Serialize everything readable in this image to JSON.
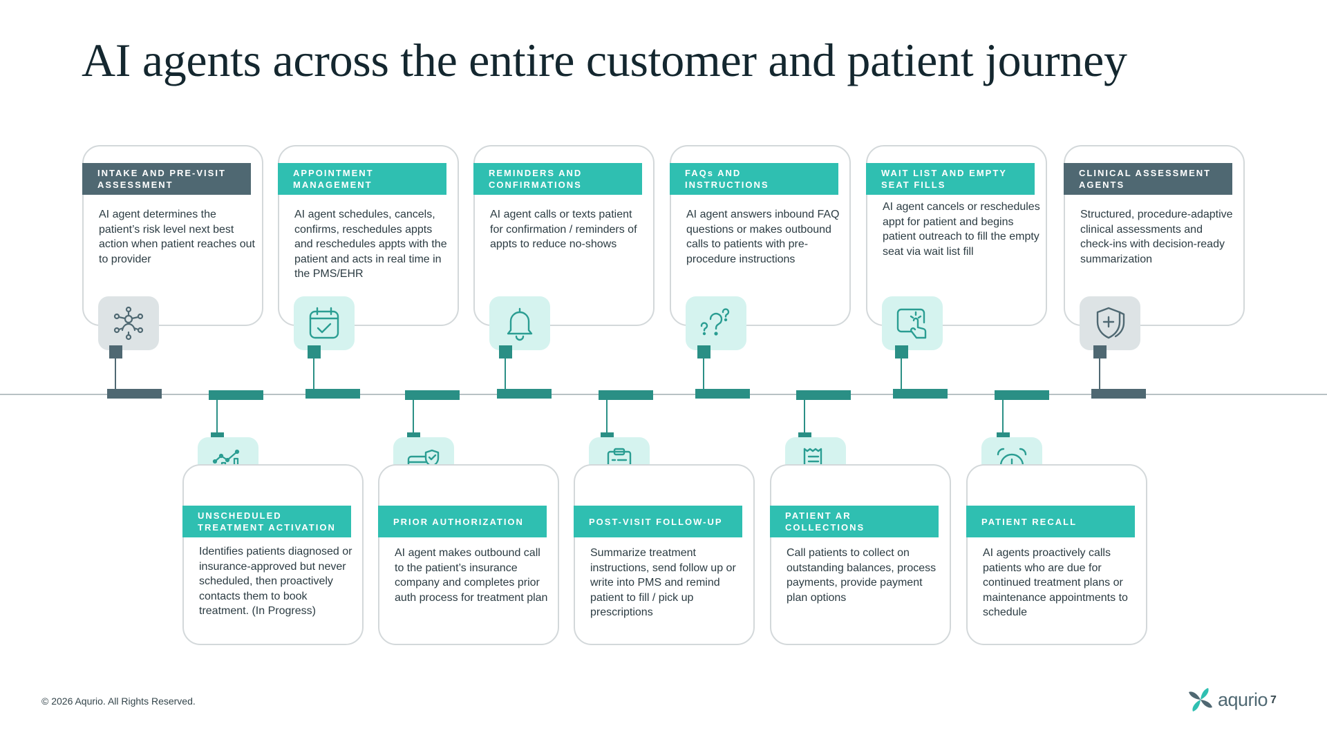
{
  "title": "AI agents across the entire customer and patient journey",
  "colors": {
    "teal": "#2fbfb1",
    "dark_teal": "#2a8f85",
    "slate": "#4f6872",
    "icon_bg_teal": "#d5f3ef",
    "icon_bg_slate": "#dde3e5"
  },
  "stages": [
    {
      "header": "INTAKE AND PRE-VISIT ASSESSMENT",
      "body": "AI agent determines the patient’s risk level  next best action when patient reaches out to provider",
      "icon": "people-network-icon"
    },
    {
      "header": "UNSCHEDULED TREATMENT ACTIVATION",
      "body": "Identifies patients diagnosed or insurance-approved but never scheduled, then proactively contacts them to book treatment. (In Progress)",
      "icon": "bar-chart-icon"
    },
    {
      "header": "APPOINTMENT MANAGEMENT",
      "body": "AI agent schedules, cancels, confirms, reschedules appts and reschedules appts with the patient and acts in real time in the PMS/EHR",
      "icon": "calendar-check-icon"
    },
    {
      "header": "PRIOR AUTHORIZATION",
      "body": "AI agent makes outbound call to the patient’s insurance company and completes prior auth process for  treatment plan",
      "icon": "card-shield-icon"
    },
    {
      "header": "REMINDERS AND CONFIRMATIONS",
      "body": "AI agent calls or texts patient for confirmation / reminders of appts to reduce no-shows",
      "icon": "bell-icon"
    },
    {
      "header": "POST-VISIT FOLLOW-UP",
      "body": "Summarize treatment instructions, send follow up or write into PMS and remind patient to fill / pick up prescriptions",
      "icon": "clipboard-icon"
    },
    {
      "header": "FAQs AND INSTRUCTIONS",
      "body": "AI agent answers inbound FAQ questions or makes outbound calls to patients with pre-procedure instructions",
      "icon": "question-marks-icon"
    },
    {
      "header": "PATIENT AR COLLECTIONS",
      "body": "Call patients to collect on outstanding balances, process payments, provide payment plan options",
      "icon": "receipt-dollar-icon"
    },
    {
      "header": "WAIT LIST AND EMPTY SEAT FILLS",
      "body": "AI agent cancels or reschedules appt for patient and begins patient outreach to fill the empty seat via wait list fill",
      "icon": "touch-screen-icon"
    },
    {
      "header": "PATIENT RECALL",
      "body": "AI agents proactively calls patients who are due for continued treatment plans or maintenance appointments to schedule",
      "icon": "alarm-clock-icon"
    },
    {
      "header": "CLINICAL ASSESSMENT AGENTS",
      "body": "Structured, procedure-adaptive clinical assessments and check-ins with decision-ready summarization",
      "icon": "medical-shield-icon"
    }
  ],
  "footer": "© 2026 Aqurio. All Rights Reserved.",
  "logo_text": "aqurio",
  "page_number": "7"
}
